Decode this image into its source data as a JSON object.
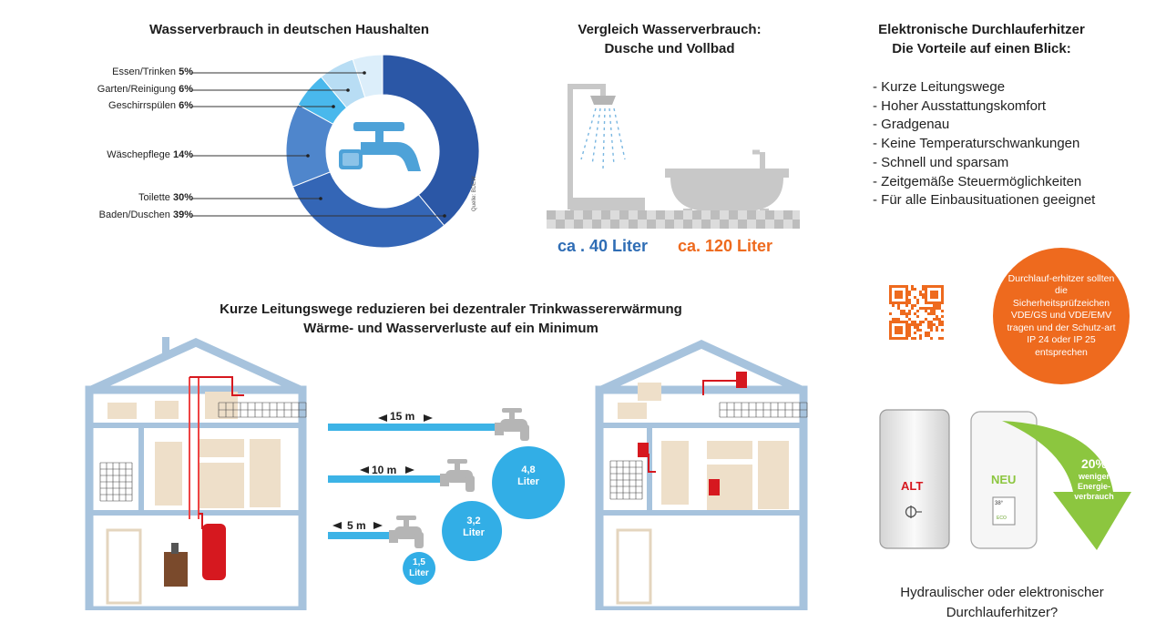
{
  "pie_section": {
    "title": "Wasserverbrauch in deutschen Haushalten",
    "source": "Quelle: BDEW"
  },
  "chart_data": {
    "type": "pie",
    "title": "Wasserverbrauch in deutschen Haushalten",
    "categories": [
      "Baden/Duschen",
      "Toilette",
      "Wäschepflege",
      "Geschirrspülen",
      "Garten/Reinigung",
      "Essen/Trinken"
    ],
    "values": [
      39,
      30,
      14,
      6,
      6,
      5
    ],
    "labels": [
      "39%",
      "30%",
      "14%",
      "6%",
      "6%",
      "5%"
    ],
    "colors": [
      "#2b57a6",
      "#3466b6",
      "#4f86cc",
      "#49b8ec",
      "#b8ddf4",
      "#dceefa"
    ],
    "legend": "left"
  },
  "shower_section": {
    "title_line1": "Vergleich Wasserverbrauch:",
    "title_line2": "Dusche und Vollbad",
    "shower_amount": "ca . 40 Liter",
    "bath_amount": "ca. 120 Liter"
  },
  "advantages": {
    "title_line1": "Elektronische Durchlauferhitzer",
    "title_line2": "Die Vorteile auf einen Blick:",
    "items": [
      "-  Kurze Leitungswege",
      "-  Hoher Ausstattungskomfort",
      "-  Gradgenau",
      "-  Keine Temperaturschwankungen",
      "-  Schnell und sparsam",
      "-  Zeitgemäße Steuermöglichkeiten",
      "-  Für alle Einbausituationen geeignet"
    ]
  },
  "pipes_section": {
    "title_line1": "Kurze Leitungswege reduzieren bei dezentraler Trinkwassererwärmung",
    "title_line2": "Wärme- und Wasserverluste auf ein Minimum",
    "rows": [
      {
        "length": "15 m",
        "volume_num": "4,8",
        "volume_unit": "Liter"
      },
      {
        "length": "10 m",
        "volume_num": "3,2",
        "volume_unit": "Liter"
      },
      {
        "length": "5 m",
        "volume_num": "1,5",
        "volume_unit": "Liter"
      }
    ]
  },
  "safety_note": "Durchlauf-erhitzer sollten die Sicherheitsprüfzeichen VDE/GS und VDE/EMV tragen und der Schutz-art IP 24 oder IP 25 entsprechen",
  "comparison": {
    "old_label": "ALT",
    "new_label": "NEU",
    "display_temp": "38°",
    "display_eco": "ECO",
    "savings_percent": "20%",
    "savings_line1": "weniger",
    "savings_line2": "Energie-",
    "savings_line3": "verbrauch"
  },
  "bottom_text_line1": "Hydraulischer oder elektronischer",
  "bottom_text_line2": "Durchlauferhitzer?",
  "colors": {
    "accent_blue": "#2f6db5",
    "house_blue": "#a7c3dd",
    "pipe_blue": "#3cb3e6",
    "water_circle": "#32aee6",
    "orange": "#ee6a1e",
    "green": "#8cc63f",
    "heater_red": "#d6181f"
  }
}
